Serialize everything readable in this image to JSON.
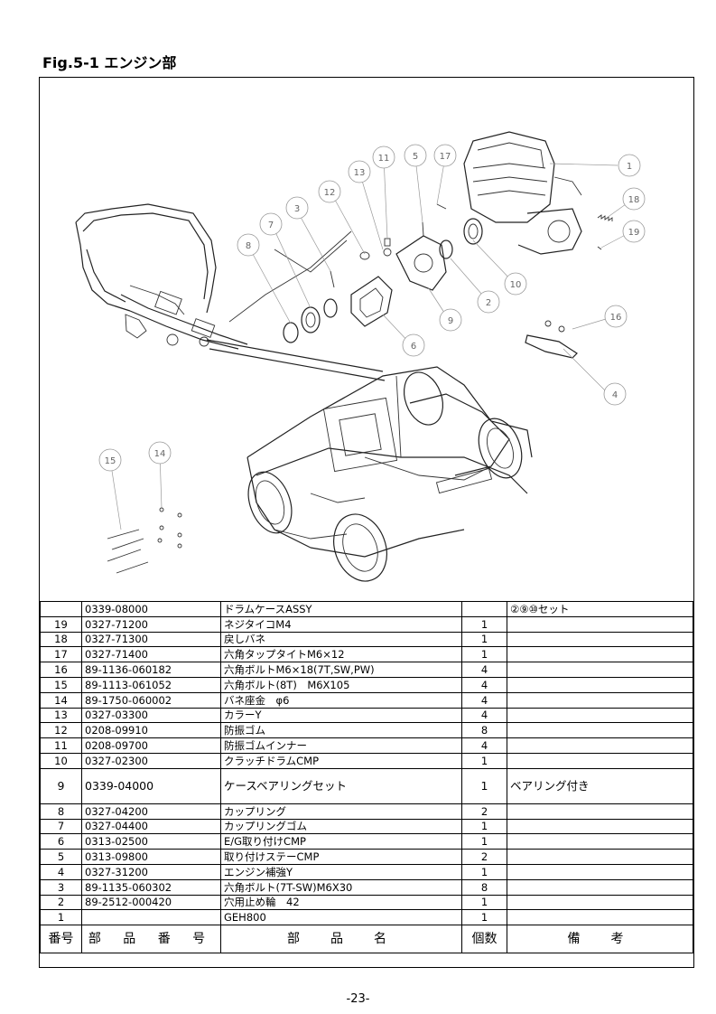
{
  "page_title": "Fig.5-1 エンジン部",
  "callouts": [
    "1",
    "2",
    "3",
    "4",
    "5",
    "6",
    "7",
    "8",
    "9",
    "10",
    "11",
    "12",
    "13",
    "14",
    "15",
    "16",
    "17",
    "18",
    "19"
  ],
  "table": {
    "header": {
      "no": "番号",
      "part_no": "部 品 番 号",
      "name": "部　品　名",
      "qty": "個数",
      "remarks": "備　考"
    },
    "rows": [
      {
        "no": "",
        "part_no": "0339-08000",
        "name": "ドラムケースASSY",
        "qty": "",
        "remarks": "②⑨⑩セット"
      },
      {
        "no": "19",
        "part_no": "0327-71200",
        "name": "ネジタイコM4",
        "qty": "1",
        "remarks": ""
      },
      {
        "no": "18",
        "part_no": "0327-71300",
        "name": "戻しバネ",
        "qty": "1",
        "remarks": ""
      },
      {
        "no": "17",
        "part_no": "0327-71400",
        "name": "六角タップタイトM6×12",
        "qty": "1",
        "remarks": ""
      },
      {
        "no": "16",
        "part_no": "89-1136-060182",
        "name": "六角ボルトM6×18(7T,SW,PW)",
        "qty": "4",
        "remarks": ""
      },
      {
        "no": "15",
        "part_no": "89-1113-061052",
        "name": "六角ボルト(8T)　M6X105",
        "qty": "4",
        "remarks": ""
      },
      {
        "no": "14",
        "part_no": "89-1750-060002",
        "name": "バネ座金　φ6",
        "qty": "4",
        "remarks": ""
      },
      {
        "no": "13",
        "part_no": "0327-03300",
        "name": "カラーY",
        "qty": "4",
        "remarks": ""
      },
      {
        "no": "12",
        "part_no": "0208-09910",
        "name": "防振ゴム",
        "qty": "8",
        "remarks": ""
      },
      {
        "no": "11",
        "part_no": "0208-09700",
        "name": "防振ゴムインナー",
        "qty": "4",
        "remarks": ""
      },
      {
        "no": "10",
        "part_no": "0327-02300",
        "name": "クラッチドラムCMP",
        "qty": "1",
        "remarks": ""
      },
      {
        "no": "9",
        "part_no": "0339-04000",
        "name": "ケースベアリングセット",
        "qty": "1",
        "remarks": "ベアリング付き",
        "tall": true
      },
      {
        "no": "8",
        "part_no": "0327-04200",
        "name": "カップリング",
        "qty": "2",
        "remarks": ""
      },
      {
        "no": "7",
        "part_no": "0327-04400",
        "name": "カップリングゴム",
        "qty": "1",
        "remarks": ""
      },
      {
        "no": "6",
        "part_no": "0313-02500",
        "name": "E/G取り付けCMP",
        "qty": "1",
        "remarks": ""
      },
      {
        "no": "5",
        "part_no": "0313-09800",
        "name": "取り付けステーCMP",
        "qty": "2",
        "remarks": ""
      },
      {
        "no": "4",
        "part_no": "0327-31200",
        "name": "エンジン補強Y",
        "qty": "1",
        "remarks": ""
      },
      {
        "no": "3",
        "part_no": "89-1135-060302",
        "name": "六角ボルト(7T-SW)M6X30",
        "qty": "8",
        "remarks": ""
      },
      {
        "no": "2",
        "part_no": "89-2512-000420",
        "name": "穴用止め輪　42",
        "qty": "1",
        "remarks": ""
      },
      {
        "no": "1",
        "part_no": "",
        "name": "GEH800",
        "qty": "1",
        "remarks": ""
      }
    ]
  },
  "footer": "-23-"
}
